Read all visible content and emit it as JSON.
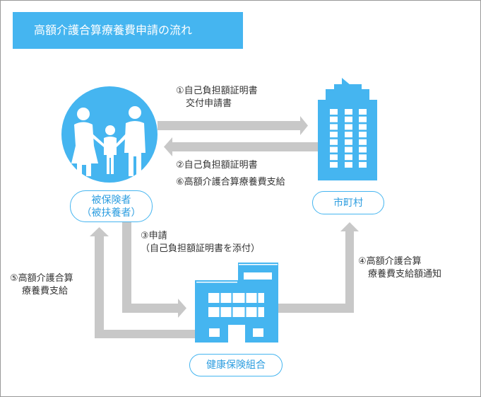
{
  "title": "高額介護合算療養費申請の流れ",
  "colors": {
    "accent": "#45b5f0",
    "arrow": "#c8c8c8",
    "text": "#333333"
  },
  "nodes": {
    "insured": {
      "line1": "被保険者",
      "line2": "（被扶養者）"
    },
    "municipality": {
      "label": "市町村"
    },
    "insurer": {
      "label": "健康保険組合"
    }
  },
  "steps": {
    "s1_line1": "①自己負担額証明書",
    "s1_line2": "交付申請書",
    "s2": "②自己負担額証明書",
    "s6": "⑥高額介護合算療養費支給",
    "s3_line1": "③申請",
    "s3_line2": "（自己負担額証明書を添付）",
    "s4_line1": "④高額介護合算",
    "s4_line2": "療養費支給額通知",
    "s5_line1": "⑤高額介護合算",
    "s5_line2": "療養費支給"
  }
}
